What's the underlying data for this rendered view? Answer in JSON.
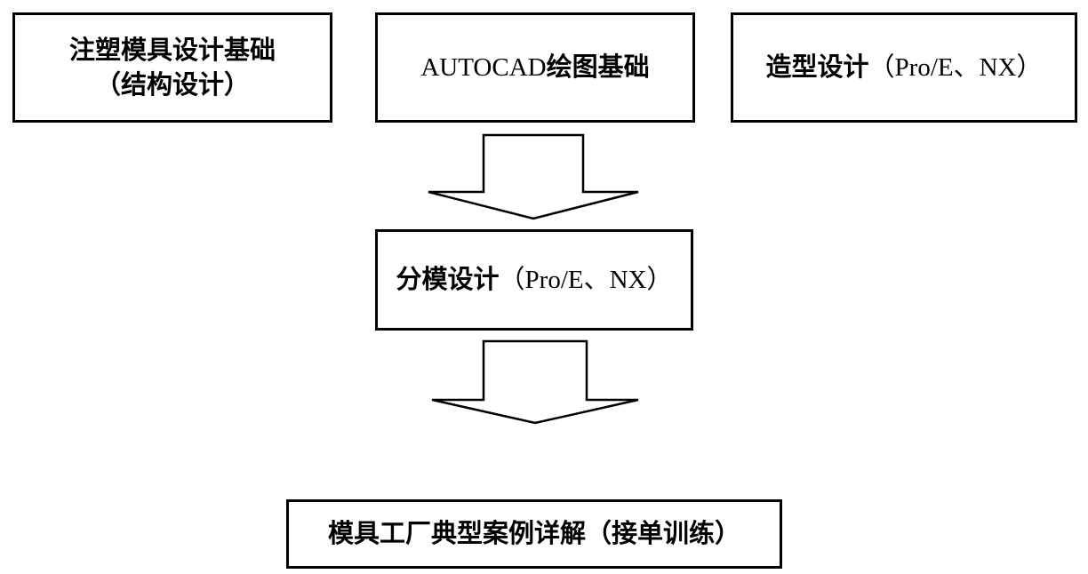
{
  "boxes": {
    "injection_mold": {
      "line1": "注塑模具设计基础",
      "line2": "（结构设计）"
    },
    "autocad": {
      "latin": "AUTOCAD",
      "cjk": "绘图基础"
    },
    "modeling": {
      "cjk": "造型设计",
      "latin": "（Pro/E、NX）"
    },
    "parting": {
      "cjk": "分模设计",
      "latin": "（Pro/E、NX）"
    },
    "factory": {
      "main": "模具工厂典型案例详解（接单训练）"
    }
  },
  "colors": {
    "stroke": "#000000",
    "fill": "#ffffff"
  }
}
